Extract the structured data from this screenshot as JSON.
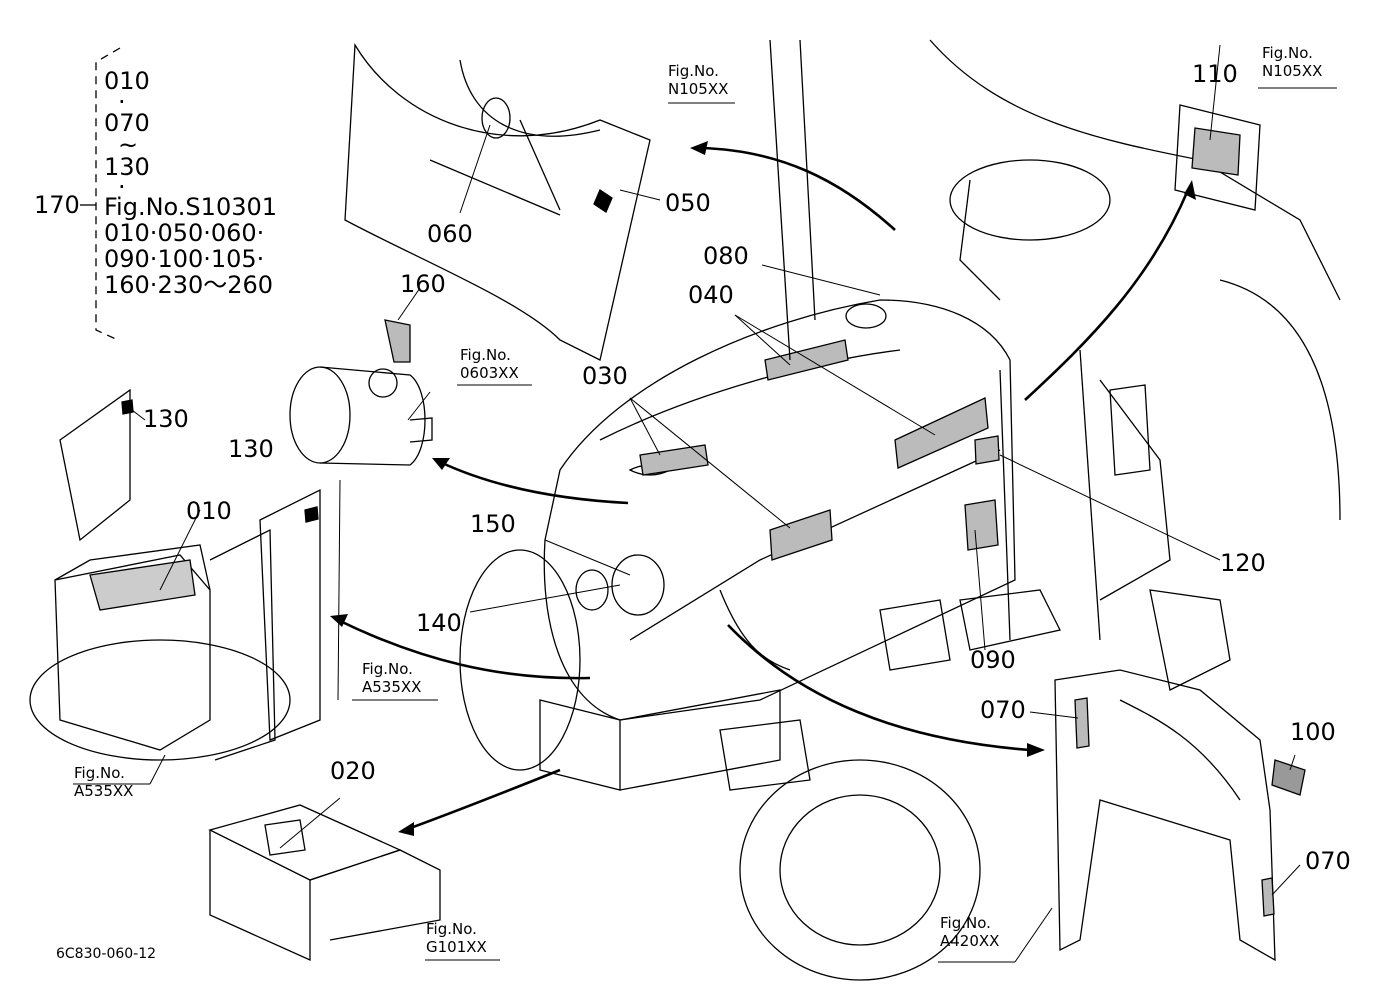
{
  "diagram_ref": "6C830-060-12",
  "callouts": {
    "c010": "010",
    "c020": "020",
    "c030": "030",
    "c040": "040",
    "c050": "050",
    "c060": "060",
    "c070a": "070",
    "c070b": "070",
    "c080": "080",
    "c090": "090",
    "c100": "100",
    "c110": "110",
    "c120": "120",
    "c130a": "130",
    "c130b": "130",
    "c140": "140",
    "c150": "150",
    "c160": "160",
    "c170": "170"
  },
  "legend_170": {
    "lines": [
      "010",
      "·",
      "070",
      "~",
      "130",
      "·",
      "Fig.No.S10301",
      "010·050·060·",
      "090·100·105·",
      "160·230～260"
    ]
  },
  "fig_refs": {
    "n105_top": {
      "label": "Fig.No.",
      "code": "N105XX"
    },
    "n105_right": {
      "label": "Fig.No.",
      "code": "N105XX"
    },
    "f0603": {
      "label": "Fig.No.",
      "code": "0603XX"
    },
    "a535_mid": {
      "label": "Fig.No.",
      "code": "A535XX"
    },
    "a535_left": {
      "label": "Fig.No.",
      "code": "A535XX"
    },
    "g101": {
      "label": "Fig.No.",
      "code": "G101XX"
    },
    "a420": {
      "label": "Fig.No.",
      "code": "A420XX"
    }
  }
}
